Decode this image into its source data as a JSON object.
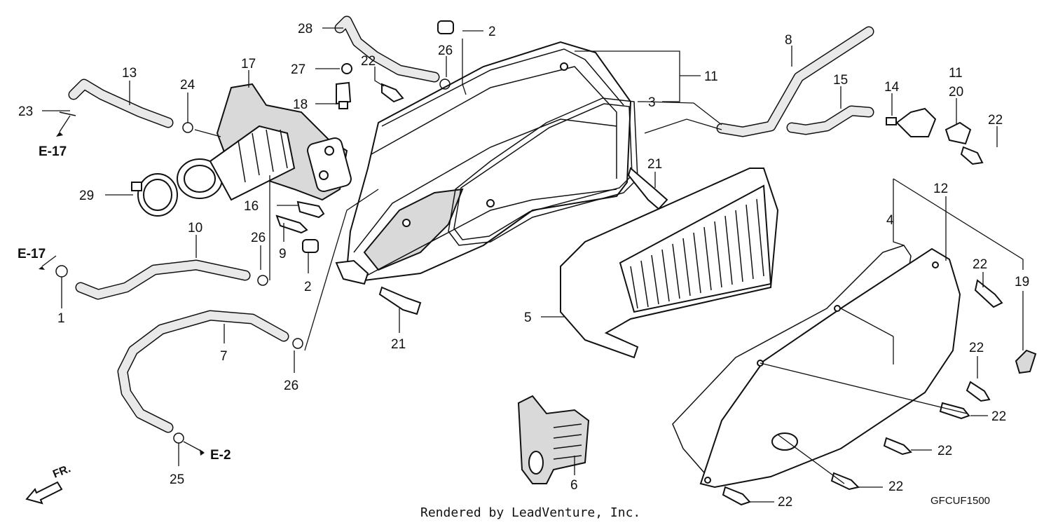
{
  "diagram": {
    "part_numbers": [
      "1",
      "2",
      "3",
      "4",
      "5",
      "6",
      "7",
      "8",
      "9",
      "10",
      "11",
      "12",
      "13",
      "14",
      "15",
      "16",
      "17",
      "18",
      "19",
      "20",
      "21",
      "22",
      "23",
      "24",
      "25",
      "26",
      "27",
      "28",
      "29"
    ],
    "labels": {
      "l28": "28",
      "l2a": "2",
      "l26a": "26",
      "l27": "27",
      "l22a": "22",
      "l18": "18",
      "l8": "8",
      "l11a": "11",
      "l3": "3",
      "l15": "15",
      "l14": "14",
      "l11b": "11",
      "l20": "20",
      "l22b": "22",
      "l13": "13",
      "l24": "24",
      "l17": "17",
      "l23": "23",
      "l29": "29",
      "l21a": "21",
      "l16": "16",
      "l12": "12",
      "l4": "4",
      "l10": "10",
      "l26b": "26",
      "l9": "9",
      "l2b": "2",
      "l22c": "22",
      "l19": "19",
      "l1": "1",
      "l5": "5",
      "l21b": "21",
      "l7": "7",
      "l26c": "26",
      "l22d": "22",
      "l22e": "22",
      "l22f": "22",
      "l25": "25",
      "l6": "6",
      "l22g": "22",
      "l22h": "22"
    },
    "references": {
      "e17a": "E-17",
      "e17b": "E-17",
      "e2": "E-2"
    },
    "front_indicator": "FR.",
    "footer_text": "Rendered by LeadVenture, Inc.",
    "diagram_code": "GFCUF1500"
  }
}
